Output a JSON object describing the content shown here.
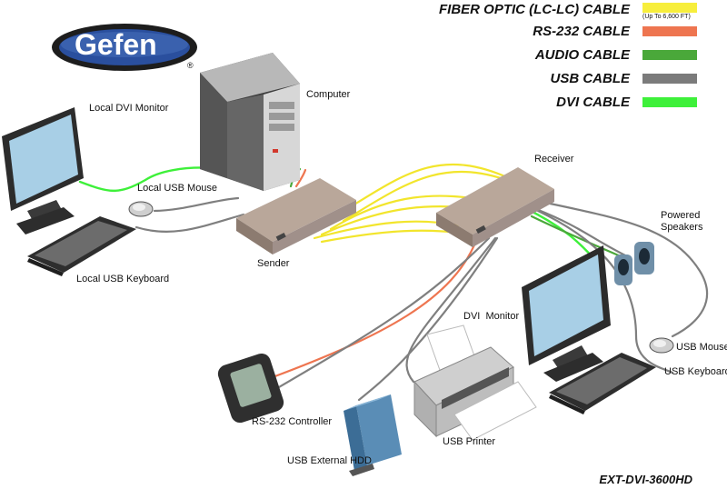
{
  "brand": {
    "logo_text": "Gefen",
    "registered_mark": "®"
  },
  "legend": [
    {
      "label": "FIBER OPTIC (LC-LC) CABLE",
      "note": "(Up To 6,600 FT)",
      "color": "#f7ee3c"
    },
    {
      "label": "RS-232 CABLE",
      "note": "",
      "color": "#ee7550"
    },
    {
      "label": "AUDIO CABLE",
      "note": "",
      "color": "#4aa83a"
    },
    {
      "label": "USB CABLE",
      "note": "",
      "color": "#7b7b7b"
    },
    {
      "label": "DVI CABLE",
      "note": "",
      "color": "#3ef03a"
    }
  ],
  "devices": {
    "computer": "Computer",
    "local_dvi_monitor": "Local DVI Monitor",
    "local_usb_mouse": "Local USB Mouse",
    "local_usb_keyboard": "Local USB Keyboard",
    "sender": "Sender",
    "receiver": "Receiver",
    "powered_speakers_line1": "Powered",
    "powered_speakers_line2": "Speakers",
    "dvi_monitor": "DVI  Monitor",
    "usb_mouse": "USB Mouse",
    "usb_keyboard": "USB Keyboard",
    "rs232_controller": "RS-232 Controller",
    "usb_printer": "USB Printer",
    "usb_external_hdd": "USB External HDD"
  },
  "model": "EXT-DVI-3600HD",
  "colors": {
    "fiber": "#f7ee3c",
    "rs232": "#ee7550",
    "audio": "#4aa83a",
    "usb": "#7b7b7b",
    "dvi": "#3ef03a",
    "logo_blue": "#2a4f9e"
  }
}
